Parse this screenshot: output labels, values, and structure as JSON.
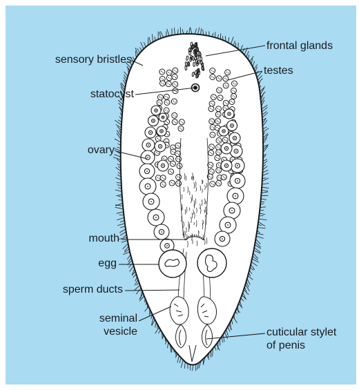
{
  "labels": {
    "sensory_bristles": "sensory bristles",
    "frontal_glands": "frontal glands",
    "testes": "testes",
    "statocyst": "statocyst",
    "ovary": "ovary",
    "mouth": "mouth",
    "egg": "egg",
    "sperm_ducts": "sperm ducts",
    "seminal_vesicle_line1": "seminal",
    "seminal_vesicle_line2": "vesicle",
    "cuticular_stylet_line1": "cuticular stylet",
    "cuticular_stylet_line2": "of penis"
  },
  "colors": {
    "background": "#a9dbf3",
    "body_fill": "#ffffff",
    "ink": "#1a1a1a"
  }
}
